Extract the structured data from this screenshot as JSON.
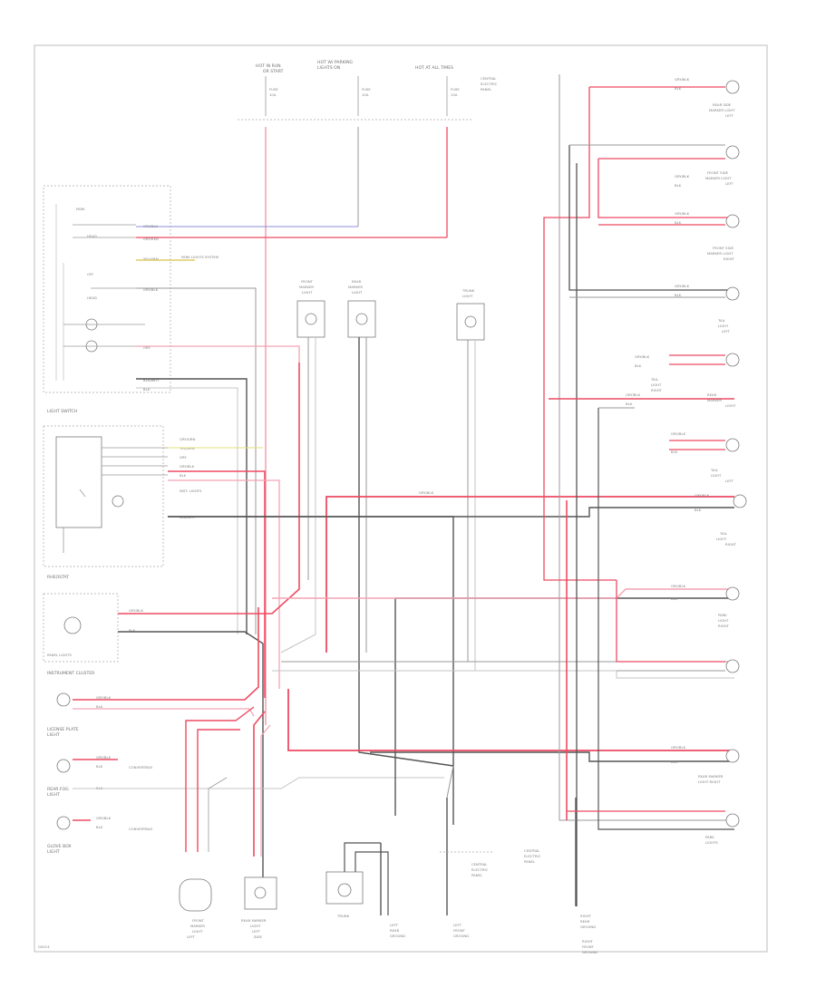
{
  "diagram": {
    "top_sources": [
      {
        "id": "src1",
        "lines": [
          "HOT IN RUN",
          "OR START",
          "FUSE",
          "10A"
        ]
      },
      {
        "id": "src2",
        "lines": [
          "HOT W/ PARKING",
          "LIGHTS ON",
          "FUSE",
          "10A"
        ]
      },
      {
        "id": "src3",
        "lines": [
          "HOT AT ALL TIMES",
          "FUSE",
          "15A"
        ]
      }
    ],
    "top_note": [
      "CENTRAL",
      "ELECTRIC",
      "PANEL"
    ],
    "light_switch": {
      "title": "LIGHT SWITCH",
      "rows": [
        "PARK",
        "HEAD",
        "OFF",
        "HEAD"
      ],
      "wires": [
        "GRY/BLU",
        "GRY/RED",
        "YEL/GRN",
        "GRY/BLK",
        "GRY",
        "BLK/WHT",
        "BLK"
      ],
      "note": "PARK LIGHTS SYSTEM"
    },
    "rheostat": {
      "title": "RHEOSTAT",
      "wires": [
        "GRY/GRN",
        "YEL/GRN",
        "GRY",
        "GRY/BLK",
        "BLK",
        "BLK/WHT"
      ],
      "note": "INST. LIGHTS"
    },
    "instrument_cluster": {
      "title": "INSTRUMENT CLUSTER",
      "sub": "PANEL LIGHTS",
      "wires": [
        "GRY/BLK",
        "BLK"
      ]
    },
    "left_lower": [
      {
        "id": "lic",
        "lines": [
          "LICENSE PLATE",
          "LIGHT"
        ],
        "wires": [
          "GRY/BLK",
          "BLK"
        ]
      },
      {
        "id": "rear",
        "lines": [
          "REAR FOG",
          "LIGHT"
        ],
        "wires": [
          "GRY/BLK",
          "BLK",
          "BLK"
        ]
      },
      {
        "id": "glove",
        "lines": [
          "GLOVE BOX",
          "LIGHT"
        ],
        "wires": [
          "GRY/BLK",
          "BLK"
        ]
      }
    ],
    "left_notes": [
      "CONVERTIBLE",
      "CONVERTIBLE"
    ],
    "middle_components": [
      {
        "id": "m1",
        "lines": [
          "FRONT",
          "MARKER",
          "LIGHT"
        ]
      },
      {
        "id": "m2",
        "lines": [
          "REAR",
          "MARKER",
          "LIGHT"
        ]
      },
      {
        "id": "m3",
        "lines": [
          "TRUNK",
          "LIGHT"
        ]
      }
    ],
    "bottom_components": [
      {
        "id": "b1",
        "lines": [
          "FRONT",
          "MARKER",
          "LIGHT",
          "LEFT"
        ]
      },
      {
        "id": "b2",
        "lines": [
          "REAR MARKER",
          "LIGHT",
          "LEFT",
          "SIDE"
        ]
      },
      {
        "id": "b3",
        "lines": [
          "TRUNK"
        ]
      }
    ],
    "bottom_grounds": [
      {
        "id": "g1",
        "lines": [
          "LEFT",
          "REAR",
          "GROUND"
        ]
      },
      {
        "id": "g2",
        "lines": [
          "LEFT",
          "FRONT",
          "GROUND"
        ]
      },
      {
        "id": "g3",
        "lines": [
          "RIGHT",
          "REAR",
          "GROUND"
        ]
      }
    ],
    "bottom_note": [
      "CENTRAL",
      "ELECTRIC",
      "PANEL"
    ],
    "bottom_note2": [
      "CENTRAL",
      "ELECTRIC",
      "PANEL"
    ],
    "right_components": [
      {
        "id": "r1",
        "lines": [
          "REAR SIDE",
          "MARKER LIGHT",
          "LEFT"
        ],
        "wires": [
          "GRY/BLK",
          "BLK"
        ]
      },
      {
        "id": "r2",
        "lines": [
          "FRONT SIDE",
          "MARKER LIGHT",
          "LEFT"
        ],
        "wires": [
          "GRY/BLK",
          "BLK"
        ]
      },
      {
        "id": "r3",
        "lines": [
          "FRONT SIDE",
          "MARKER LIGHT",
          "RIGHT"
        ],
        "wires": [
          "GRY/BLK",
          "BLK"
        ]
      },
      {
        "id": "r4",
        "lines": [
          "TAIL",
          "LIGHT",
          "LEFT"
        ],
        "wires": [
          "GRY/BLK",
          "BLK"
        ]
      },
      {
        "id": "r5",
        "lines": [
          "TAIL",
          "LIGHT",
          "RIGHT"
        ],
        "wires": [
          "GRY/BLK",
          "BLK"
        ]
      },
      {
        "id": "r6",
        "lines": [
          "REAR",
          "MARKER",
          "LIGHT"
        ],
        "wires": [
          "GRY/BLK",
          "BLK"
        ]
      },
      {
        "id": "r7",
        "lines": [
          "TAIL",
          "LIGHT",
          "LEFT"
        ],
        "wires": [
          "GRY/BLK",
          "BLK"
        ]
      },
      {
        "id": "r8",
        "lines": [
          "TAIL",
          "LIGHT",
          "RIGHT"
        ],
        "wires": [
          "GRY/BLK",
          "BLK"
        ]
      },
      {
        "id": "r9",
        "lines": [
          "PARK",
          "LIGHT",
          "RIGHT"
        ],
        "wires": [
          "GRY/BLK",
          "BLK"
        ]
      },
      {
        "id": "r10",
        "lines": [
          "REAR MARKER",
          "LIGHT RIGHT"
        ],
        "wires": [
          "GRY/BLK",
          "BLK"
        ]
      }
    ],
    "right_side_note": [
      "PARK",
      "LIGHTS"
    ],
    "right_ground": [
      "RIGHT",
      "FRONT",
      "GROUND"
    ],
    "center_wire_label": "GRY/BLK",
    "corner_id": "G0014"
  }
}
